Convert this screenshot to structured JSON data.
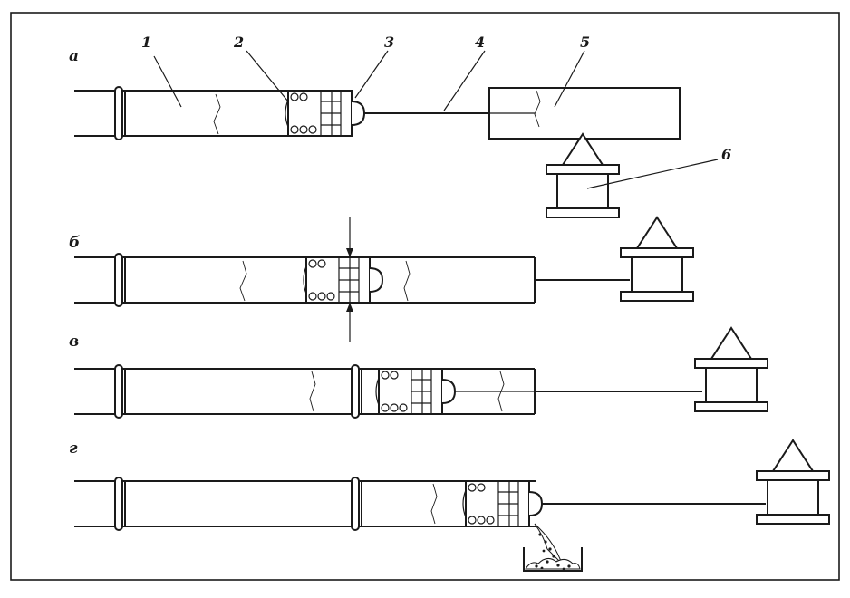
{
  "stage_labels": [
    "а",
    "б",
    "в",
    "г"
  ],
  "callouts": [
    "1",
    "2",
    "3",
    "4",
    "5",
    "6"
  ],
  "colors": {
    "ink": "#1a1a1a",
    "background": "#ffffff"
  }
}
